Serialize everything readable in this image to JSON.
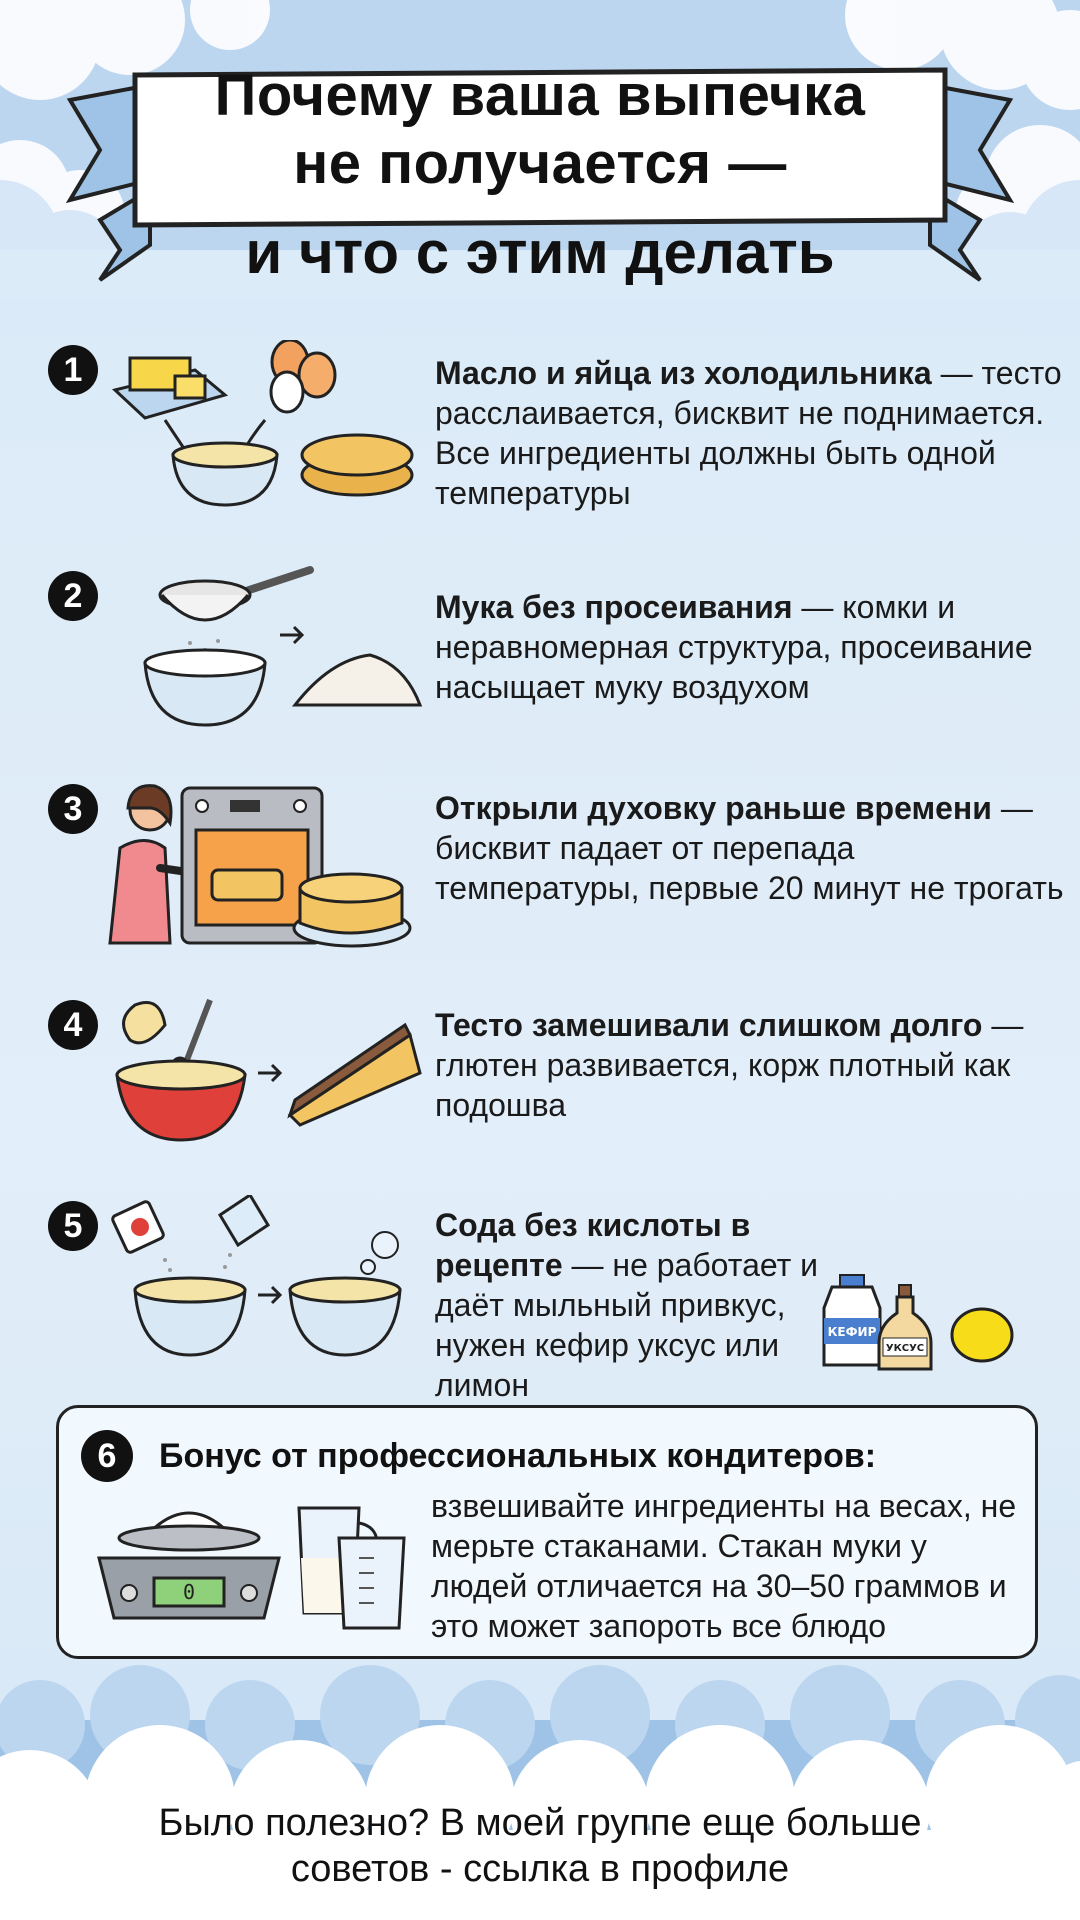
{
  "header": {
    "title_line1": "Почему ваша выпечка",
    "title_line2": "не получается —",
    "subtitle": "и что с этим делать"
  },
  "tips": [
    {
      "number": "1",
      "bold": "Масло и яйца из холодильника",
      "rest": " — тесто расслаивается, бисквит не поднимается. Все ингредиенты должны быть одной температуры"
    },
    {
      "number": "2",
      "bold": "Мука без просеивания",
      "rest": " — комки и неравномерная структура, просеивание насыщает муку воздухом"
    },
    {
      "number": "3",
      "bold": "Открыли духовку раньше времени",
      "rest": " — бисквит падает от перепада температуры, первые 20 минут не трогать"
    },
    {
      "number": "4",
      "bold": "Тесто замешивали слишком долго",
      "rest": " — глютен развивается, корж плотный как подошва"
    },
    {
      "number": "5",
      "bold": "Сода без кислоты в рецепте",
      "rest": " — не работает и даёт мыльный привкус, нужен кефир уксус или лимон"
    }
  ],
  "labels": {
    "kefir": "КЕФИР",
    "vinegar": "УКСУС",
    "scale_display": "0"
  },
  "bonus": {
    "number": "6",
    "title": "Бонус от профессиональных кондитеров:",
    "text": "взвешивайте ингредиенты на весах, не мерьте стаканами. Стакан муки у людей отличается на 30–50 граммов и это может запороть все блюдо"
  },
  "footer": {
    "line1": "Было полезно? В моей группе еще больше",
    "line2": "советов - ссылка в профиле"
  },
  "colors": {
    "accent_dark": "#111111",
    "sky": "#cfe2f5",
    "cloud": "#ffffff",
    "butter": "#f7d64a",
    "bowl_red": "#e0403a"
  }
}
